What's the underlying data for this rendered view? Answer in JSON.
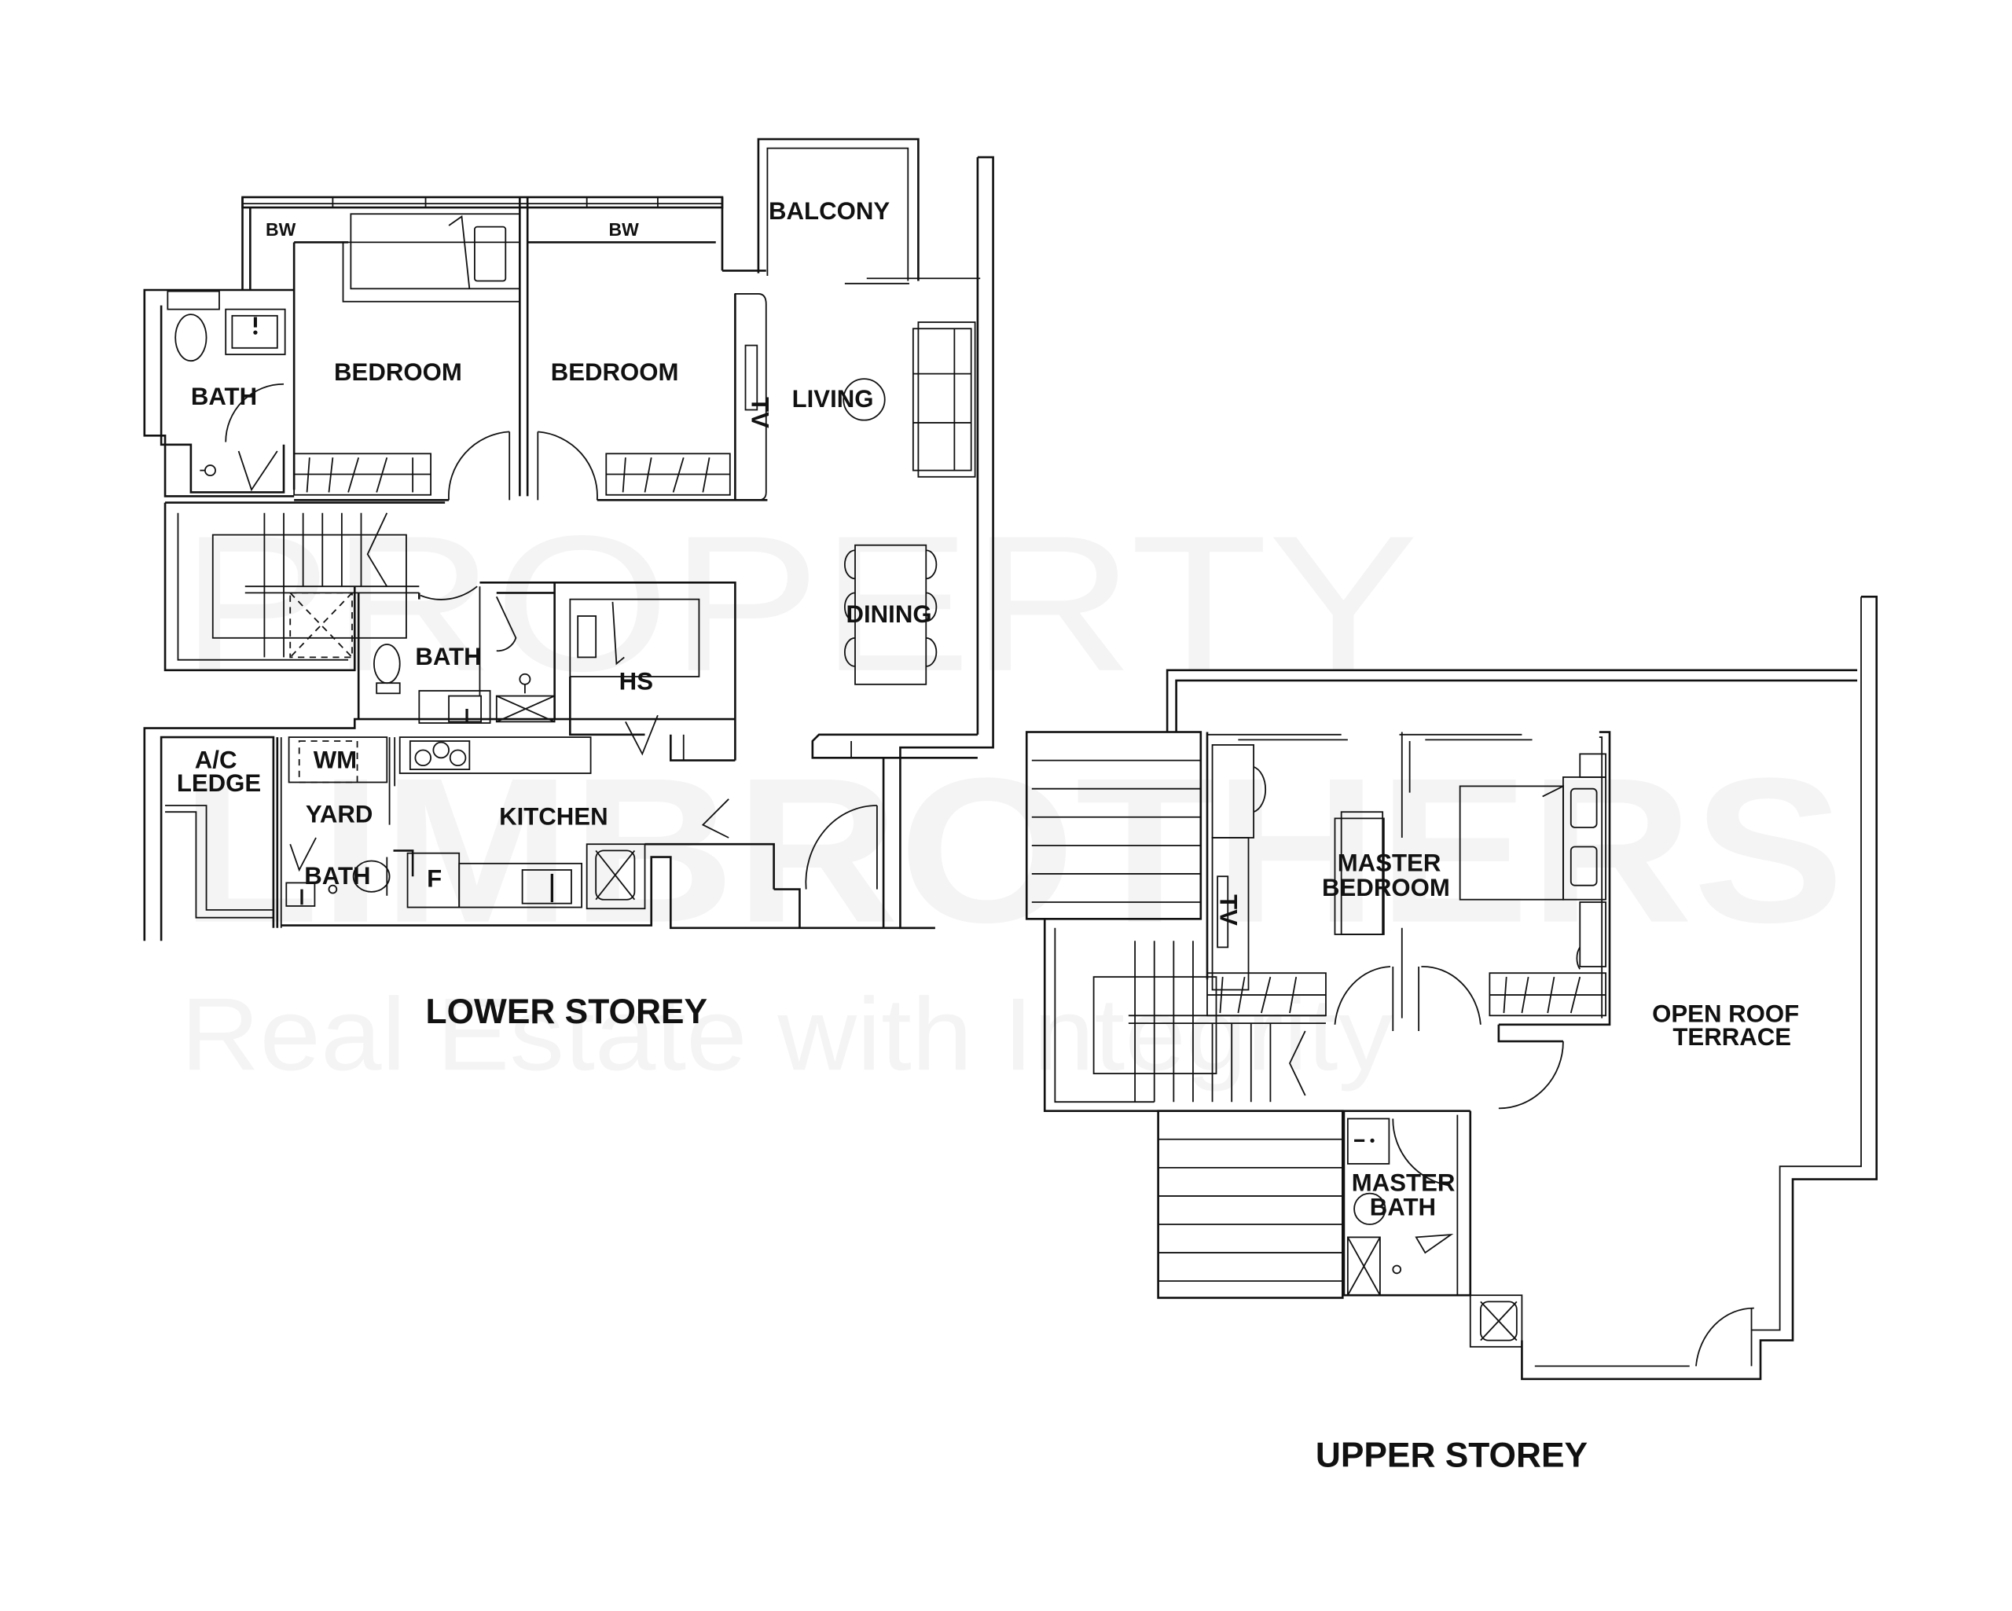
{
  "watermark": {
    "line1": "PROPERTY",
    "line2": "LIMBROTHERS",
    "tagline": "Real Estate with Integrity"
  },
  "lower_storey": {
    "title": "LOWER STOREY",
    "rooms": {
      "bw_left": "BW",
      "bw_right": "BW",
      "balcony": "BALCONY",
      "bath_1": "BATH",
      "bedroom_1": "BEDROOM",
      "bedroom_2": "BEDROOM",
      "living": "LIVING",
      "dining": "DINING",
      "bath_2": "BATH",
      "hs": "HS",
      "ac_ledge_1": "A/C",
      "ac_ledge_2": "LEDGE",
      "wm": "WM",
      "yard": "YARD",
      "kitchen": "KITCHEN",
      "bath_3": "BATH",
      "fridge": "F",
      "tv": "TV"
    }
  },
  "upper_storey": {
    "title": "UPPER STOREY",
    "rooms": {
      "master_bedroom_1": "MASTER",
      "master_bedroom_2": "BEDROOM",
      "master_bath_1": "MASTER",
      "master_bath_2": "BATH",
      "terrace_1": "OPEN ROOF",
      "terrace_2": "TERRACE",
      "tv": "TV"
    }
  }
}
